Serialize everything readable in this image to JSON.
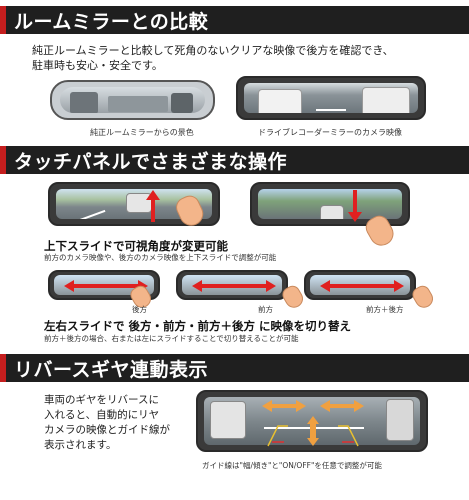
{
  "sections": [
    {
      "title": "ルームミラーとの比較"
    },
    {
      "title": "タッチパネルでさまざまな操作"
    },
    {
      "title": "リバースギヤ連動表示"
    }
  ],
  "comparison": {
    "desc_line1": "純正ルームミラーと比較して死角のないクリアな映像で後方を確認でき、",
    "desc_line2": "駐車時も安心・安全です。",
    "left_caption": "純正ルームミラーからの景色",
    "right_caption": "ドライブレコーダーミラーのカメラ映像"
  },
  "touch": {
    "vertical_title": "上下スライドで可視角度が変更可能",
    "vertical_desc": "前方のカメラ映像や、後方のカメラ映像を上下スライドで調整が可能",
    "labels": [
      "後方",
      "前方",
      "前方＋後方"
    ],
    "horizontal_title": "左右スライドで 後方・前方・前方＋後方 に映像を切り替え",
    "horizontal_desc": "前方＋後方の場合、右または左にスライドすることで切り替えることが可能"
  },
  "reverse": {
    "desc_line1": "車両のギヤをリバースに",
    "desc_line2": "入れると、自動的にリヤ",
    "desc_line3": "カメラの映像とガイド線が",
    "desc_line4": "表示されます。",
    "caption": "ガイド線は\"幅/傾き\"と\"ON/OFF\"を任意で調整が可能"
  },
  "colors": {
    "accent": "#c41e1e",
    "header_bg": "#1f1f1f",
    "arrow_orange": "#f0a040"
  }
}
